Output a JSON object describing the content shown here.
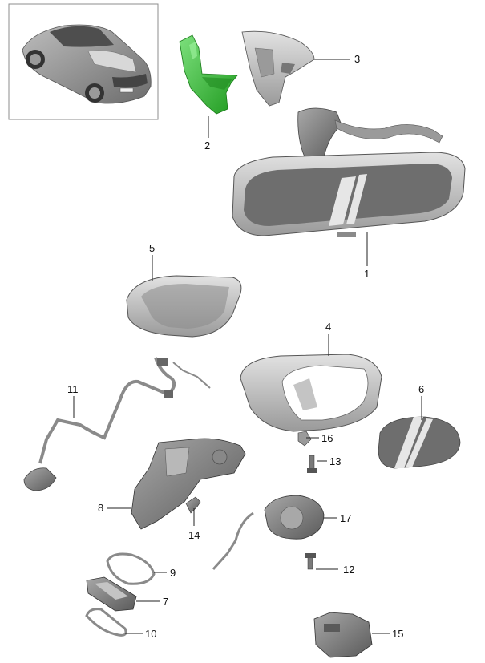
{
  "callouts": [
    {
      "id": "1",
      "label": "1"
    },
    {
      "id": "2",
      "label": "2"
    },
    {
      "id": "3",
      "label": "3"
    },
    {
      "id": "4",
      "label": "4"
    },
    {
      "id": "5",
      "label": "5"
    },
    {
      "id": "6",
      "label": "6"
    },
    {
      "id": "7",
      "label": "7"
    },
    {
      "id": "8",
      "label": "8"
    },
    {
      "id": "9",
      "label": "9"
    },
    {
      "id": "10",
      "label": "10"
    },
    {
      "id": "11",
      "label": "11"
    },
    {
      "id": "12",
      "label": "12"
    },
    {
      "id": "13",
      "label": "13"
    },
    {
      "id": "14",
      "label": "14"
    },
    {
      "id": "15",
      "label": "15"
    },
    {
      "id": "16",
      "label": "16"
    },
    {
      "id": "17",
      "label": "17"
    }
  ],
  "colors": {
    "highlight": "#3cc43c",
    "part_fill": "#c4c4c4",
    "part_dark": "#8a8a8a",
    "glass": "#6e6e6e",
    "stripe": "#e6e6e6",
    "frame": "#8c8c8c"
  }
}
